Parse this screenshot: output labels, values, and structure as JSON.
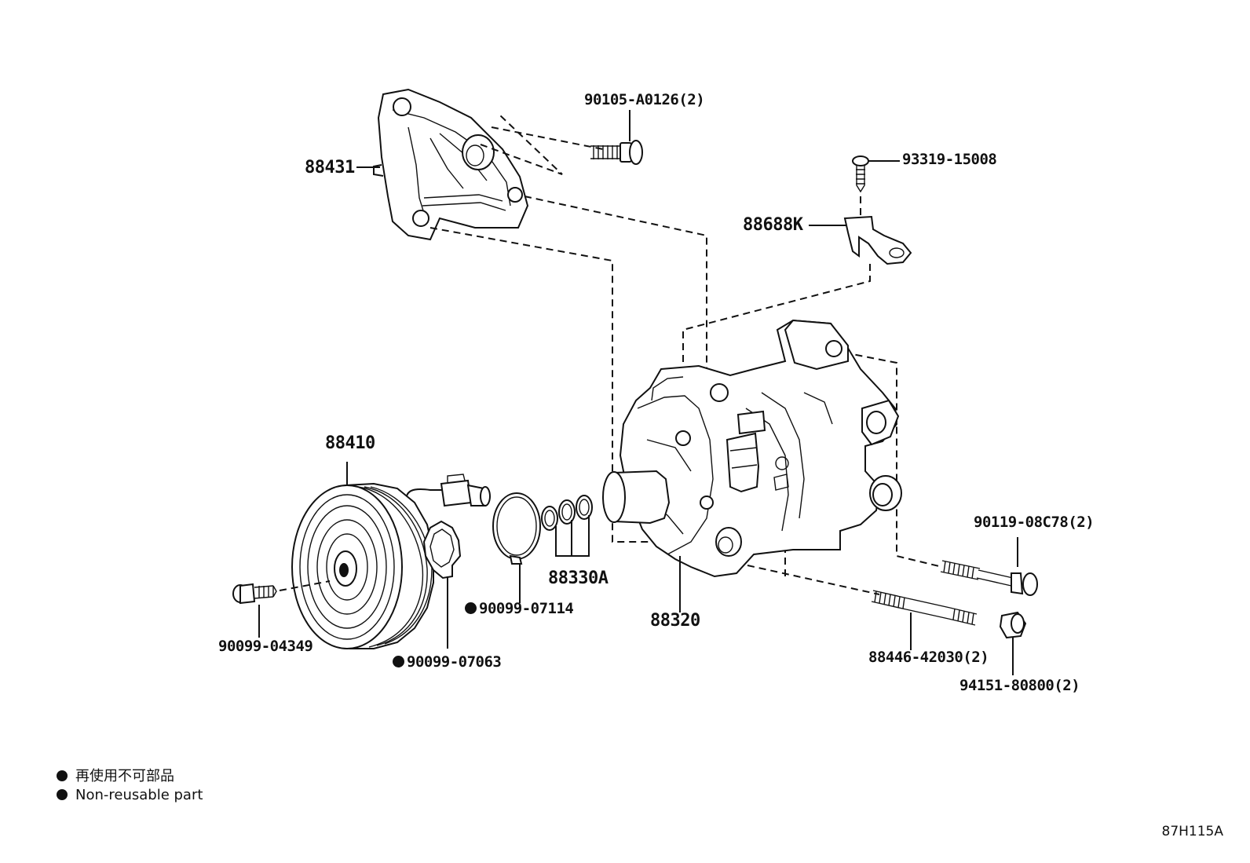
{
  "parts": {
    "bracket": "88431",
    "bracket_bolt": "90105-A0126(2)",
    "screw": "93319-15008",
    "wire_bracket": "88688K",
    "clutch": "88410",
    "clutch_bolt": "90099-04349",
    "shim": "90099-07063",
    "snap_ring": "90099-07114",
    "shim_set": "88330A",
    "compressor": "88320",
    "stud_bolt_upper": "90119-08C78(2)",
    "stud_bolt": "88446-42030(2)",
    "nut": "94151-80800(2)"
  },
  "legend": {
    "jp": "再使用不可部品",
    "en": "Non-reusable part"
  },
  "diagram_code": "87H115A"
}
